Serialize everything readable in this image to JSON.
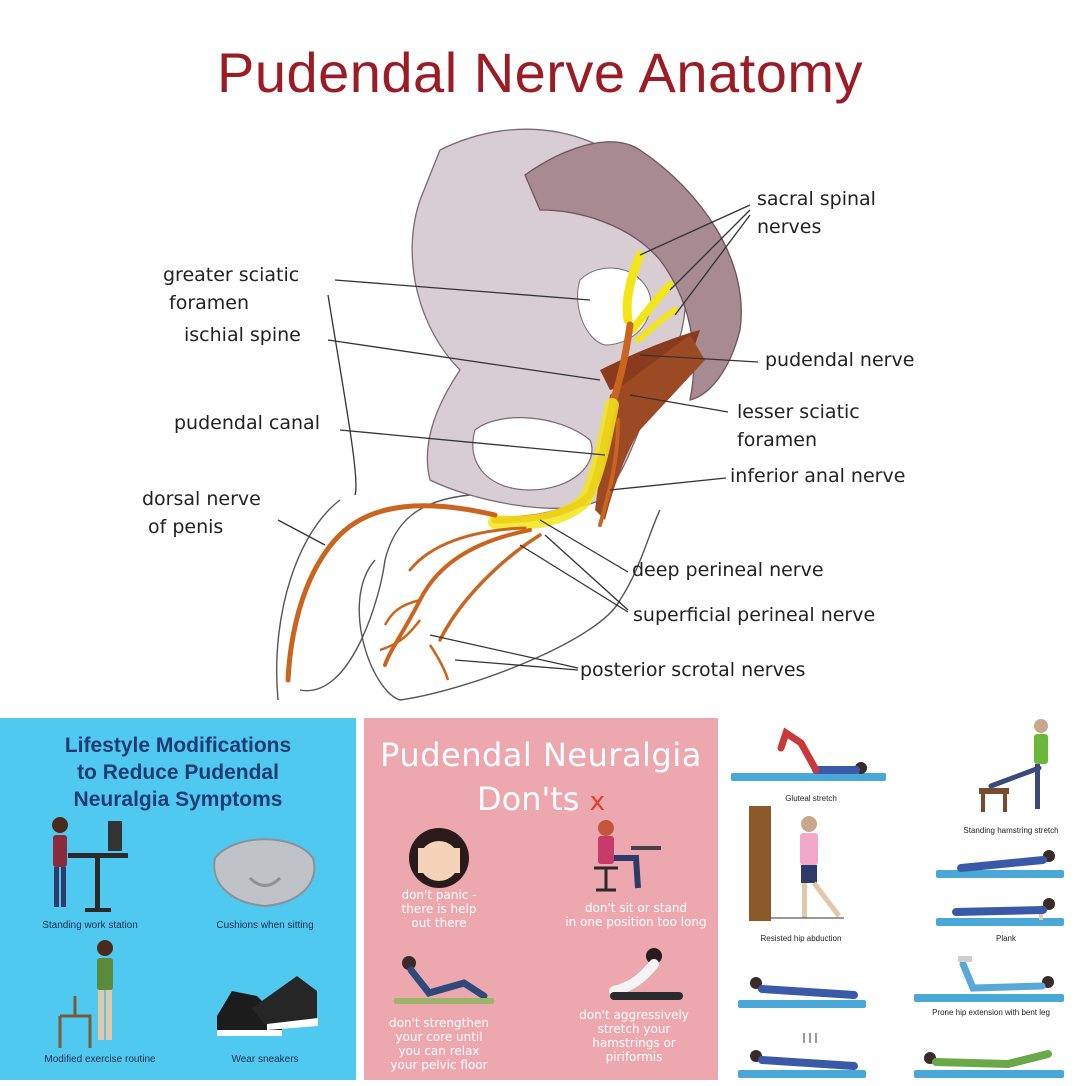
{
  "title": "Pudendal Nerve Anatomy",
  "labels": {
    "sacral_1": "sacral spinal",
    "sacral_2": "nerves",
    "greater_1": "greater sciatic",
    "greater_2": "foramen",
    "ischial_spine": "ischial spine",
    "pudendal_nerve": "pudendal nerve",
    "lesser_1": "lesser sciatic",
    "lesser_2": "foramen",
    "pudendal_canal": "pudendal canal",
    "inferior_anal": "inferior anal nerve",
    "dorsal_1": "dorsal nerve",
    "dorsal_2": "of penis",
    "deep_perineal": "deep perineal nerve",
    "superficial_perineal": "superficial perineal nerve",
    "posterior_scrotal": "posterior scrotal nerves"
  },
  "lifestyle": {
    "title_1": "Lifestyle Modifications",
    "title_2": "to Reduce Pudendal",
    "title_3": "Neuralgia Symptoms",
    "items": [
      "Standing work station",
      "Cushions when sitting",
      "Modified exercise routine",
      "Wear sneakers"
    ]
  },
  "donts": {
    "title_1": "Pudendal Neuralgia",
    "title_2": "Don'ts",
    "x_mark": "x",
    "items": [
      {
        "l1": "don't panic -",
        "l2": "there is help",
        "l3": "out there"
      },
      {
        "l1": "don't sit or stand",
        "l2": "in one position too long",
        "l3": ""
      },
      {
        "l1": "don't strengthen",
        "l2": "your core until",
        "l3": "you can relax",
        "l4": "your pelvic floor"
      },
      {
        "l1": "don't aggressively",
        "l2": "stretch your",
        "l3": "hamstrings or",
        "l4": "piriformis"
      }
    ]
  },
  "exercises": {
    "items": [
      "Gluteal stretch",
      "Standing hamstring stretch",
      "Resisted hip abduction",
      "Plank",
      "Prone hip extension with bent leg"
    ]
  },
  "colors": {
    "title": "#9b1c24",
    "nerve": "#c9651e",
    "nerve_highlight": "#f2e51a",
    "bone": "#d8cdd3",
    "sacrum": "#a88a92",
    "ligament": "#8a3b1e",
    "lifestyle_bg": "#4fc9f0",
    "donts_bg": "#eda7af"
  }
}
